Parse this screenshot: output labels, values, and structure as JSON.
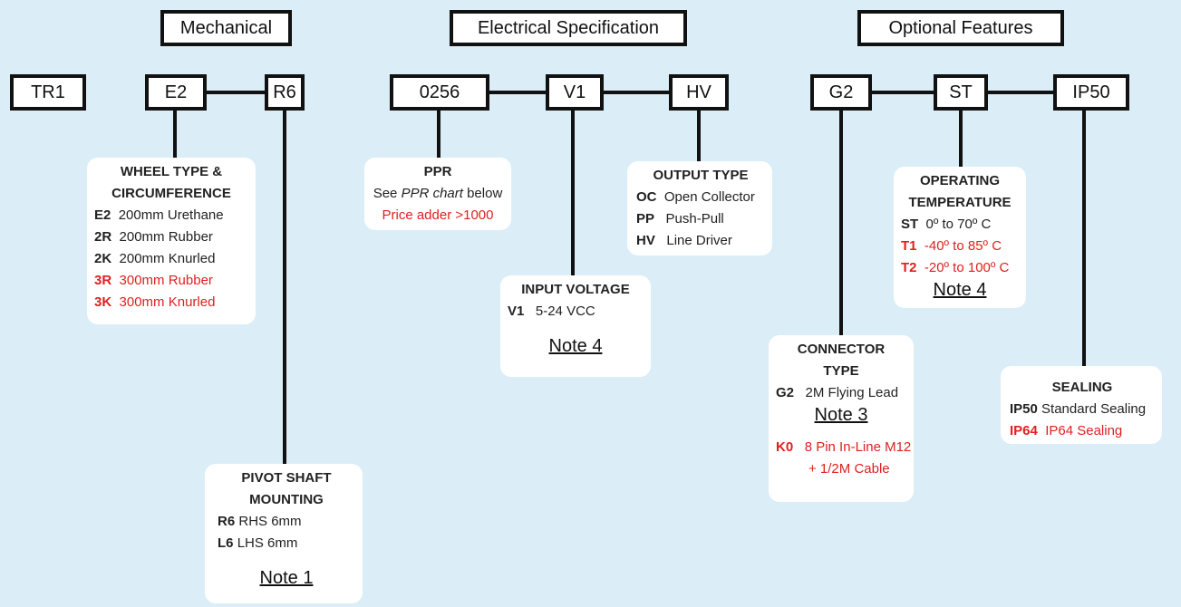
{
  "headers": {
    "mechanical": "Mechanical",
    "electrical": "Electrical Specification",
    "optional": "Optional Features"
  },
  "codes": {
    "tr1": "TR1",
    "e2": "E2",
    "r6": "R6",
    "ppr": "0256",
    "v1": "V1",
    "hv": "HV",
    "g2": "G2",
    "st": "ST",
    "ip50": "IP50"
  },
  "wheel": {
    "title_line1": "WHEEL TYPE &",
    "title_line2": "CIRCUMFERENCE",
    "rows": [
      {
        "code": "E2",
        "desc": "200mm Urethane",
        "red": false
      },
      {
        "code": "2R",
        "desc": "200mm Rubber",
        "red": false
      },
      {
        "code": "2K",
        "desc": "200mm Knurled",
        "red": false
      },
      {
        "code": "3R",
        "desc": "300mm Rubber",
        "red": true
      },
      {
        "code": "3K",
        "desc": "300mm Knurled",
        "red": true
      }
    ]
  },
  "pivot": {
    "title_line1": "PIVOT SHAFT",
    "title_line2": "MOUNTING",
    "rows": [
      {
        "code": "R6",
        "desc": "RHS 6mm"
      },
      {
        "code": "L6",
        "desc": "LHS 6mm"
      }
    ],
    "note": "Note 1"
  },
  "ppr_card": {
    "title": "PPR",
    "see": "See",
    "chart": "PPR chart",
    "below": "below",
    "adder": "Price adder >1000"
  },
  "voltage": {
    "title": "INPUT VOLTAGE",
    "code": "V1",
    "desc": "5-24 VCC",
    "note": "Note 4"
  },
  "output": {
    "title": "OUTPUT TYPE",
    "rows": [
      {
        "code": "OC",
        "desc": "Open Collector"
      },
      {
        "code": "PP",
        "desc": "Push-Pull"
      },
      {
        "code": "HV",
        "desc": "Line Driver"
      }
    ]
  },
  "temperature": {
    "title_line1": "OPERATING",
    "title_line2": "TEMPERATURE",
    "rows": [
      {
        "code": "ST",
        "desc": "0º to 70º C",
        "red": false
      },
      {
        "code": "T1",
        "desc": "-40º to 85º C",
        "red": true
      },
      {
        "code": "T2",
        "desc": "-20º to 100º C",
        "red": true
      }
    ],
    "note": "Note 4"
  },
  "connector": {
    "title_line1": "CONNECTOR",
    "title_line2": "TYPE",
    "code": "G2",
    "desc": "2M Flying Lead",
    "note": "Note 3",
    "alt_code": "K0",
    "alt_desc1": "8 Pin In-Line M12",
    "alt_desc2": "+ 1/2M Cable"
  },
  "sealing": {
    "title": "SEALING",
    "rows": [
      {
        "code": "IP50",
        "desc": "Standard Sealing",
        "red": false
      },
      {
        "code": "IP64",
        "desc": "IP64 Sealing",
        "red": true
      }
    ]
  },
  "colors": {
    "background": "#dbeef8",
    "accent_red": "#e02020",
    "border": "#111111"
  }
}
